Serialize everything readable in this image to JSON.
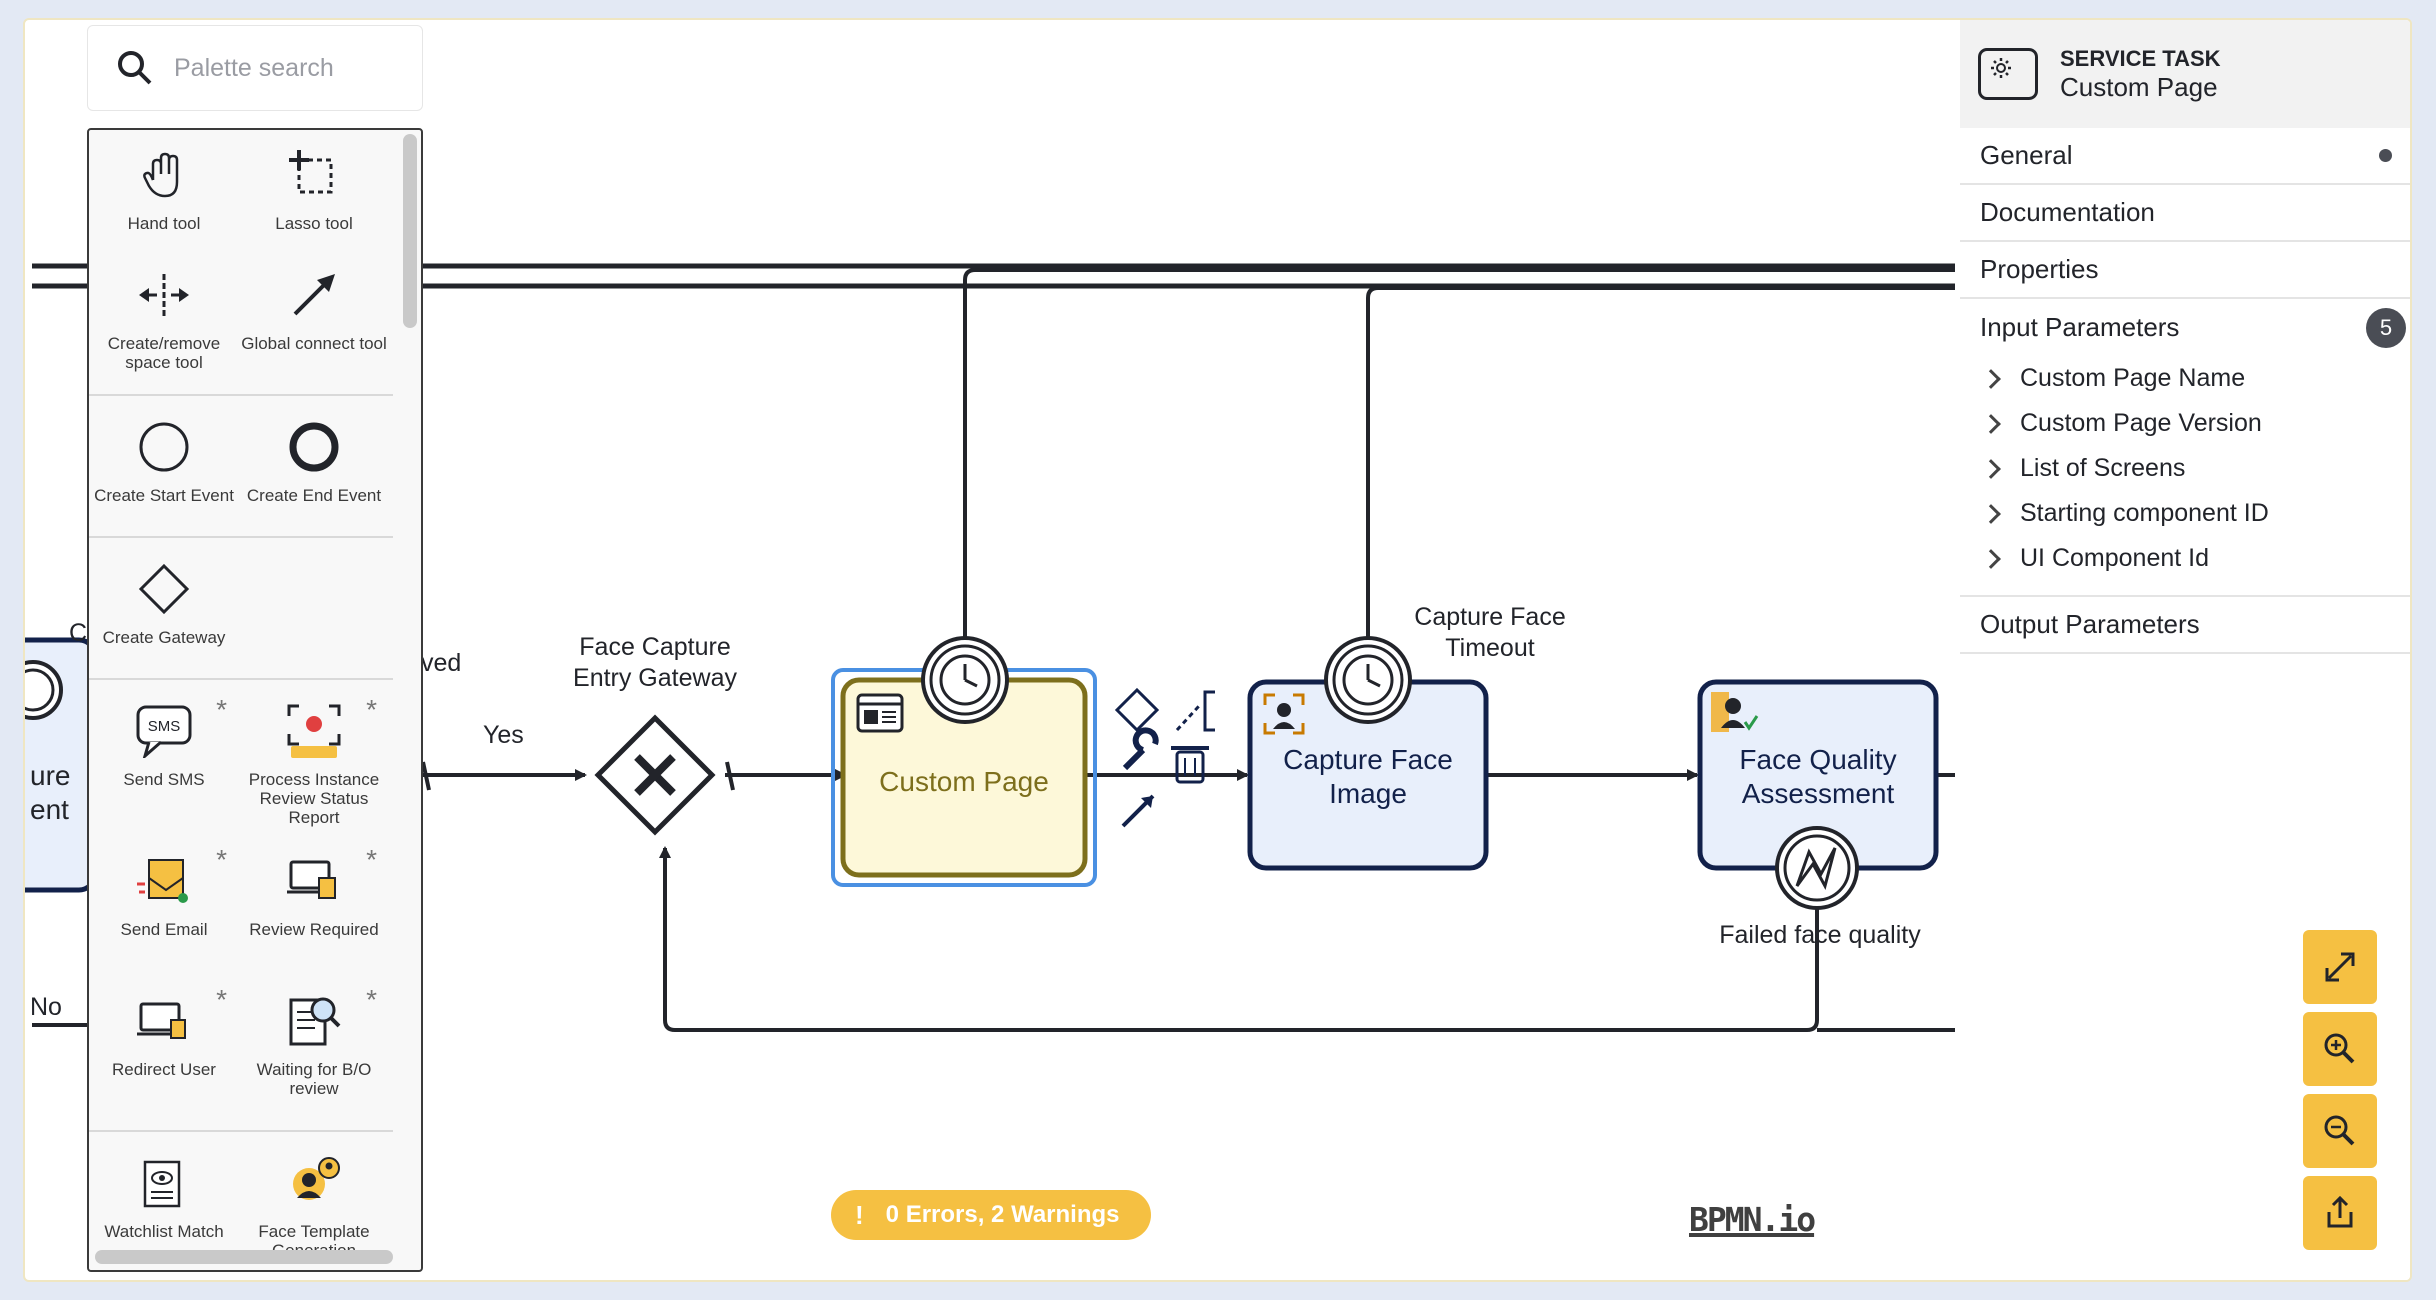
{
  "palette": {
    "search_placeholder": "Palette search",
    "groups": [
      [
        {
          "label": "Hand tool",
          "icon": "hand-icon"
        },
        {
          "label": "Lasso tool",
          "icon": "lasso-icon"
        },
        {
          "label": "Create/remove space tool",
          "icon": "space-tool-icon"
        },
        {
          "label": "Global connect tool",
          "icon": "connect-arrow-icon"
        }
      ],
      [
        {
          "label": "Create Start Event",
          "icon": "start-event-icon"
        },
        {
          "label": "Create End Event",
          "icon": "end-event-icon"
        }
      ],
      [
        {
          "label": "Create Gateway",
          "icon": "gateway-icon"
        }
      ],
      [
        {
          "label": "Send SMS",
          "icon": "sms-icon",
          "star": "*"
        },
        {
          "label": "Process Instance Review Status Report",
          "icon": "review-status-icon",
          "star": "*"
        },
        {
          "label": "Send Email",
          "icon": "email-icon",
          "star": "*"
        },
        {
          "label": "Review Required",
          "icon": "review-required-icon",
          "star": "*"
        },
        {
          "label": "Redirect User",
          "icon": "redirect-icon",
          "star": "*"
        },
        {
          "label": "Waiting for B/O review",
          "icon": "waiting-review-icon",
          "star": "*"
        }
      ],
      [
        {
          "label": "Watchlist Match",
          "icon": "watchlist-icon"
        },
        {
          "label": "Face Template Generation",
          "icon": "face-template-icon"
        }
      ]
    ]
  },
  "diagram": {
    "labels": {
      "partial_c": "C",
      "partial_ved": "ved",
      "partial_ure": "ure",
      "partial_ent": "ent",
      "partial_no": "No",
      "yes": "Yes",
      "gateway_label_1": "Face Capture",
      "gateway_label_2": "Entry Gateway",
      "timeout_1": "Capture Face",
      "timeout_2": "Timeout",
      "failed_quality": "Failed face quality"
    },
    "tasks": {
      "custom_page": "Custom Page",
      "capture_face_1": "Capture Face",
      "capture_face_2": "Image",
      "face_quality_1": "Face Quality",
      "face_quality_2": "Assessment"
    },
    "colors": {
      "selected_fill": "#fdf8d9",
      "selected_stroke": "#7d6f1c",
      "selection_outline": "#4a90e2",
      "task_fill": "#e8effb",
      "task_stroke": "#12214a"
    }
  },
  "properties": {
    "element_type": "SERVICE TASK",
    "element_name": "Custom Page",
    "groups": {
      "general": "General",
      "documentation": "Documentation",
      "properties": "Properties",
      "input_parameters": "Input Parameters",
      "input_parameters_count": "5",
      "output_parameters": "Output Parameters"
    },
    "input_items": [
      "Custom Page Name",
      "Custom Page Version",
      "List of Screens",
      "Starting component ID",
      "UI Component Id"
    ]
  },
  "status": {
    "text": "0 Errors, 2 Warnings",
    "icon": "!"
  },
  "logo": "BPMN.io",
  "zoom_controls": [
    "fullscreen-icon",
    "zoom-in-icon",
    "zoom-out-icon",
    "export-icon"
  ]
}
